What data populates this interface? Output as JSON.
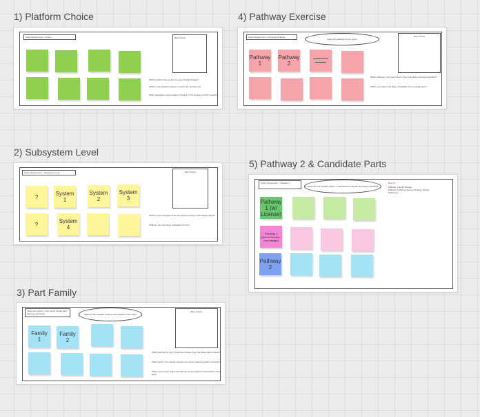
{
  "frames": {
    "f1": {
      "title": "1) Platform Choice",
      "tag": "Study Requirement - Project",
      "note_title": "Best Choice",
      "desc": [
        "Which program have better a product design strategy?",
        "Which in the detailed strategy is used in the product set?",
        "What capabilities could possibly provide it in this strategy and this market?"
      ]
    },
    "f2": {
      "title": "2) Subsystem Level",
      "tag": "Study Requirement - Subsystem Level",
      "note_title": "Best Choice",
      "stickies": [
        "?",
        "System 1",
        "System 2",
        "System 3",
        "?",
        "System 4"
      ],
      "desc": [
        "Which of your subsystems are the highest priority for this design output?",
        "What are the most likely candidates for this?"
      ]
    },
    "f3": {
      "title": "3) Part Family",
      "tag": "Select the options - Part Family Single Digit planning part family",
      "bubble": "What are the possible results to this question in the plan?",
      "note_title": "Best Choice",
      "stickies": [
        "Family 1",
        "Family 2"
      ],
      "desc": [
        "Which part family, if any, would you choose if you had these other choices?",
        "Which family more closely matches our current planning guide in this way?",
        "Which most closely aligns this with the choices of these part families in this way?"
      ]
    },
    "f4": {
      "title": "4)  Pathway Exercise",
      "tag": "Study Requirement - Prototype Pathway",
      "bubble": "Select the pathway for the option",
      "note_title": "Best Choice",
      "stickies": [
        "Pathway 1",
        "Pathway 2"
      ],
      "desc": [
        "Which pathway is the best choice or the most likely one being identified?",
        "Which one outlines the likely, if available, from a design type?"
      ]
    },
    "f5": {
      "title": "5) Pathway 2 & Candidate Parts",
      "tag": "Study Requirement - Pathway 2",
      "bubble": "Select all your feasible options, if the feature is relevant and design candidate",
      "note_title": "Best Fit",
      "note_lines": [
        "Pathway 1 family Strategy",
        "Pathway 1 (without license) Strategy, Design",
        "Pathway 2"
      ],
      "row_labels": [
        "Pathway 1 (w/ License)",
        "Pathway 1 (without license - new design)",
        "Pathway 2"
      ]
    }
  }
}
